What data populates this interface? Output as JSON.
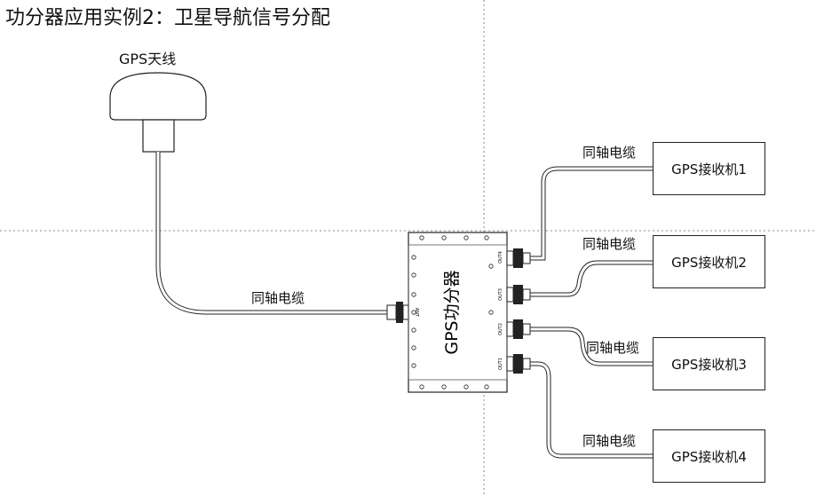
{
  "title": "功分器应用实例2：卫星导航信号分配",
  "antenna": {
    "label": "GPS天线"
  },
  "splitter": {
    "label": "GPS功分器",
    "input_port": "ANT",
    "output_ports": [
      "OUT4",
      "OUT3",
      "OUT2",
      "OUT1"
    ]
  },
  "cables": [
    {
      "label": "同轴电缆"
    },
    {
      "label": "同轴电缆"
    },
    {
      "label": "同轴电缆"
    },
    {
      "label": "同轴电缆"
    },
    {
      "label": "同轴电缆"
    }
  ],
  "receivers": [
    {
      "label": "GPS接收机1"
    },
    {
      "label": "GPS接收机2"
    },
    {
      "label": "GPS接收机3"
    },
    {
      "label": "GPS接收机4"
    }
  ],
  "colors": {
    "line": "#222222",
    "guide": "#888888",
    "antenna_fill": "#ffffff"
  }
}
